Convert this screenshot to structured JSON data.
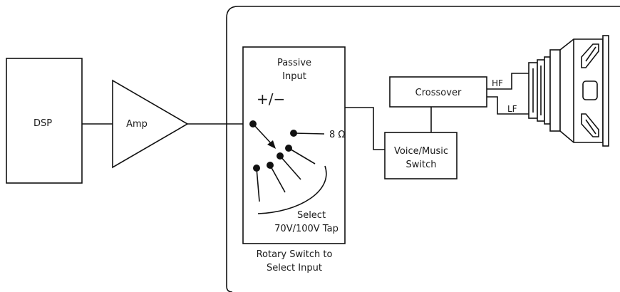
{
  "blocks": {
    "dsp": "DSP",
    "amp": "Amp",
    "crossover": "Crossover",
    "voice_music_line1": "Voice/Music",
    "voice_music_line2": "Switch"
  },
  "rotary_panel": {
    "title_line1": "Passive",
    "title_line2": "Input",
    "polarity": "+/−",
    "impedance": "8 Ω",
    "tap_line1": "Select",
    "tap_line2": "70V/100V Tap"
  },
  "caption": {
    "line1": "Rotary Switch to",
    "line2": "Select Input"
  },
  "outputs": {
    "hf": "HF",
    "lf": "LF"
  },
  "icons": [
    "speaker-driver-icon",
    "rotary-switch-icon",
    "amplifier-triangle-icon"
  ],
  "colors": {
    "stroke": "#111111",
    "background": "#ffffff"
  }
}
